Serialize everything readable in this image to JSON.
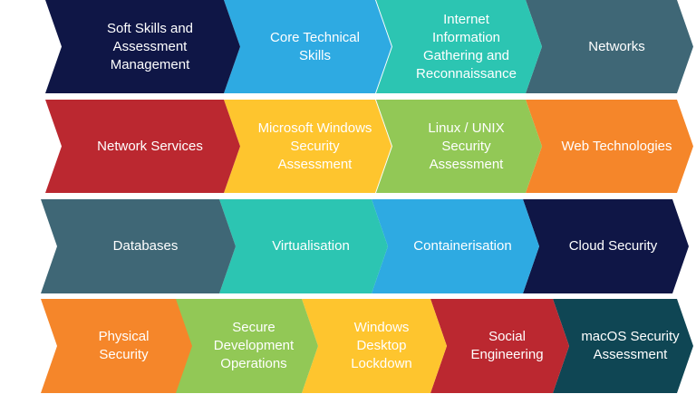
{
  "rows": [
    [
      {
        "label": "Soft Skills and\nAssessment\nManagement",
        "color": "#0f1646"
      },
      {
        "label": "Core Technical\nSkills",
        "color": "#2eaae2"
      },
      {
        "label": "Internet\nInformation\nGathering and\nReconnaissance",
        "color": "#2cc5b2"
      },
      {
        "label": "Networks",
        "color": "#3f6776"
      }
    ],
    [
      {
        "label": "Network Services",
        "color": "#bb2830"
      },
      {
        "label": "Microsoft Windows\nSecurity\nAssessment",
        "color": "#fec52e"
      },
      {
        "label": "Linux / UNIX\nSecurity\nAssessment",
        "color": "#92c856"
      },
      {
        "label": "Web Technologies",
        "color": "#f5862a"
      }
    ],
    [
      {
        "label": "Databases",
        "color": "#3f6776"
      },
      {
        "label": "Virtualisation",
        "color": "#2cc5b2"
      },
      {
        "label": "Containerisation",
        "color": "#2eaae2"
      },
      {
        "label": "Cloud Security",
        "color": "#0f1646"
      }
    ],
    [
      {
        "label": "Physical\nSecurity",
        "color": "#f5862a"
      },
      {
        "label": "Secure\nDevelopment\nOperations",
        "color": "#92c856"
      },
      {
        "label": "Windows\nDesktop\nLockdown",
        "color": "#fec52e"
      },
      {
        "label": "Social\nEngineering",
        "color": "#bb2830"
      },
      {
        "label": "macOS Security\nAssessment",
        "color": "#0f4654"
      }
    ]
  ]
}
